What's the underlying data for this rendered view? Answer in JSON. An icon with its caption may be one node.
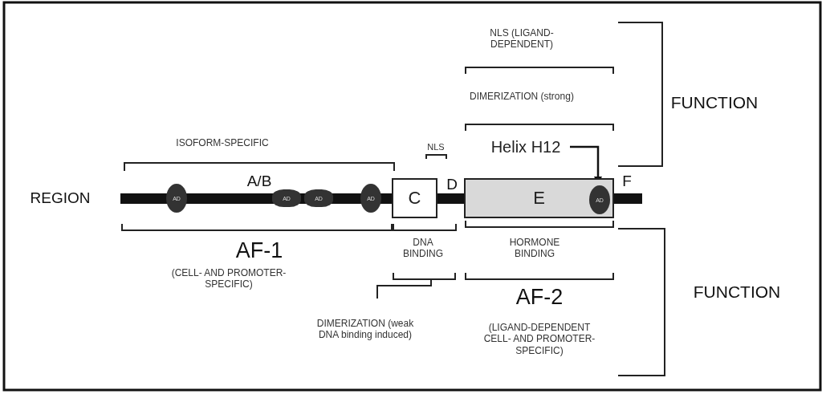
{
  "diagram": {
    "nodes": [
      {
        "text": [
          "C"
        ]
      },
      {
        "text": [
          "E"
        ]
      },
      {
        "text": [
          "AD"
        ]
      },
      {
        "text": [
          "AD"
        ]
      },
      {
        "text": [
          "AD"
        ]
      },
      {
        "text": [
          "AD"
        ]
      },
      {
        "text": [
          "AD"
        ],
        "in": 1
      },
      {
        "text": [
          "Helix H12"
        ]
      }
    ],
    "edges": [
      {
        "from": 7,
        "to": 6,
        "arrow": "to"
      }
    ],
    "labels": [
      "NLS (LIGAND-DEPENDENT)",
      "DIMERIZATION (strong)",
      "FUNCTION",
      "ISOFORM-SPECIFIC",
      "NLS",
      "A/B",
      "REGION",
      "D",
      "F",
      "AF-1",
      "(CELL- AND PROMOTER-SPECIFIC)",
      "DNA BINDING",
      "HORMONE BINDING",
      "FUNCTION",
      "AF-2",
      "DIMERIZATION (weak DNA binding induced)",
      "(LIGAND-DEPENDENT CELL- AND PROMOTER-SPECIFIC)"
    ]
  }
}
